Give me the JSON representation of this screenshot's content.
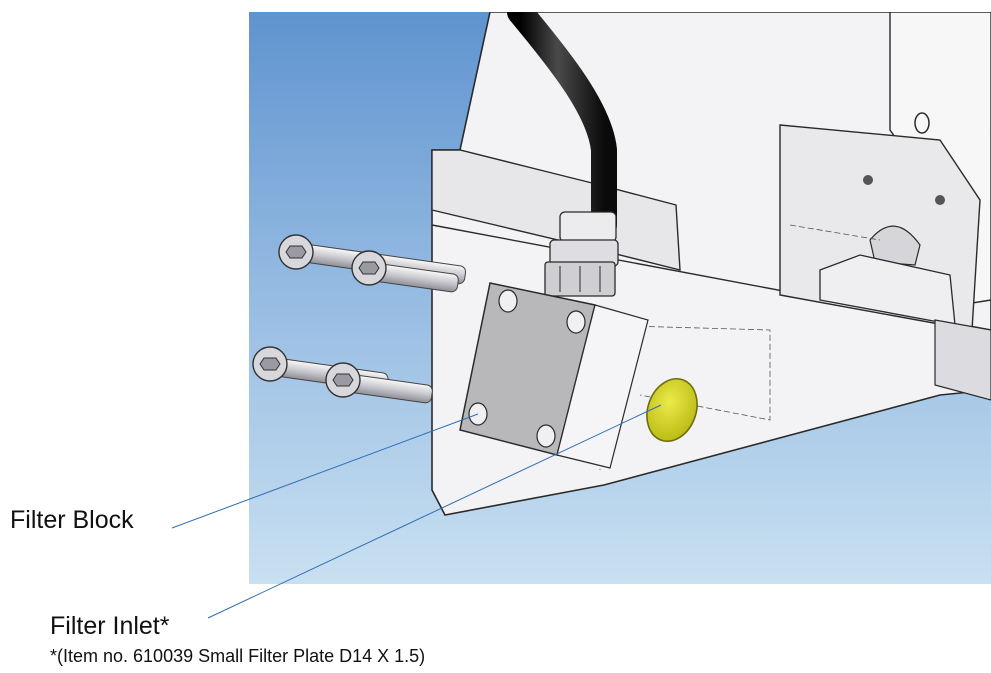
{
  "labels": {
    "filter_block": "Filter Block",
    "filter_inlet": "Filter Inlet*",
    "footnote": "*(Item no. 610039 Small Filter Plate D14 X 1.5)"
  },
  "colors": {
    "sky_top": "#6d9fd6",
    "sky_bottom": "#c3dcef",
    "metal": "#f4f4f6",
    "block": "#b9b9bb",
    "filter_disc": "#d2d21e",
    "hose": "#1a1a1a",
    "leader_line": "#2f6fb5"
  }
}
